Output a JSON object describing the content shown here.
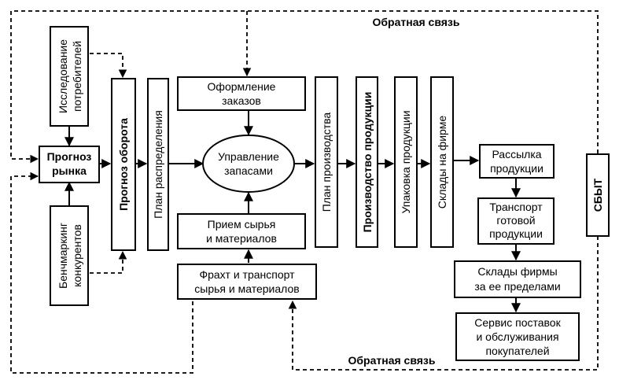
{
  "feedback_top": "Обратная связь",
  "feedback_bottom": "Обратная связь",
  "nodes": {
    "consumer_research": [
      "Исследование",
      "потребителей"
    ],
    "market_forecast": [
      "Прогноз",
      "рынка"
    ],
    "benchmarking": [
      "Бенчмаркинг",
      "конкурентов"
    ],
    "turnover_forecast": "Прогноз оборота",
    "distribution_plan": "План распределения",
    "order_processing": [
      "Оформление",
      "заказов"
    ],
    "inventory_management": [
      "Управление",
      "запасами"
    ],
    "raw_receipt": [
      "Прием сырья",
      "и материалов"
    ],
    "freight_transport": [
      "Фрахт и транспорт",
      "сырья и материалов"
    ],
    "production_plan": "План производства",
    "production": "Производство продукции",
    "packaging": "Упаковка продукции",
    "firm_warehouses": "Склады на фирме",
    "product_dispatch": [
      "Рассылка",
      "продукции"
    ],
    "finished_transport": [
      "Транспорт",
      "готовой",
      "продукции"
    ],
    "outside_warehouses": [
      "Склады фирмы",
      "за ее пределами"
    ],
    "delivery_service": [
      "Сервис поставок",
      "и обслуживания",
      "покупателей"
    ],
    "sales": "СБЫТ"
  }
}
